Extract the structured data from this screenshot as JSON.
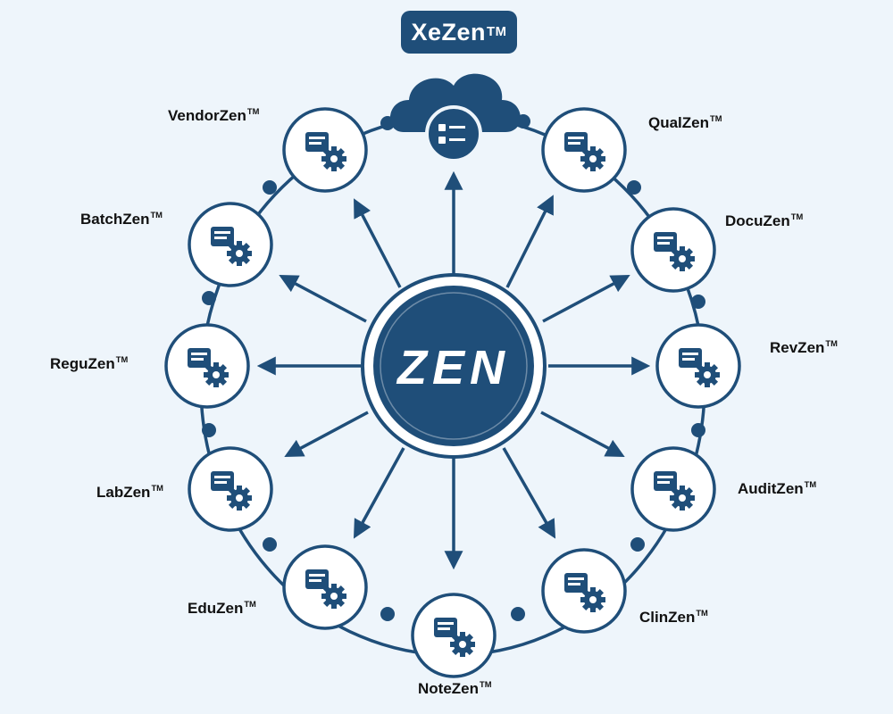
{
  "header": {
    "title": "XeZen",
    "tm": "TM"
  },
  "center": {
    "logo_text": "ZEN"
  },
  "colors": {
    "navy": "#1f4e79",
    "background": "#eef5fb",
    "white": "#ffffff"
  },
  "modules": [
    {
      "name": "VendorZen",
      "icon": "handshake-gear-icon"
    },
    {
      "name": "QualZen",
      "icon": "quality-check-cycle-icon"
    },
    {
      "name": "BatchZen",
      "icon": "factory-robot-arm-icon"
    },
    {
      "name": "DocuZen",
      "icon": "document-folder-gear-icon"
    },
    {
      "name": "ReguZen",
      "icon": "regulatory-speaker-icon"
    },
    {
      "name": "RevZen",
      "icon": "review-box-gear-icon"
    },
    {
      "name": "LabZen",
      "icon": "lab-flask-gear-icon"
    },
    {
      "name": "AuditZen",
      "icon": "audit-gear-growth-icon"
    },
    {
      "name": "EduZen",
      "icon": "training-presentation-icon"
    },
    {
      "name": "ClinZen",
      "icon": "fingerprint-gear-icon"
    },
    {
      "name": "NoteZen",
      "icon": "tablet-notes-pen-icon"
    }
  ],
  "cloud": {
    "icon": "cloud-checklist-icon"
  }
}
